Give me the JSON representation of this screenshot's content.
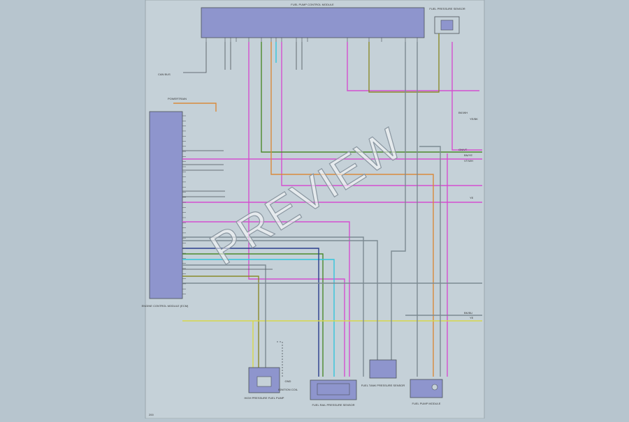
{
  "watermark": "PREVIEW",
  "colors": {
    "background": "#b7c5ce",
    "sheet": "#c5d1d8",
    "module_fill": "#8e95cd",
    "magenta": "#d44fd0",
    "green": "#4c8a2c",
    "olive": "#8a8a2a",
    "orange": "#d98a3c",
    "cyan": "#33c5dc",
    "yellow": "#d8d84a",
    "navy": "#2a3d8c",
    "gray": "#7c8a92",
    "dark": "#4a5058"
  },
  "labels": {
    "top_module": "FUEL PUMP CONTROL MODULE",
    "inertia_switch": "FUEL PRESSURE SENSOR",
    "ecm": "ENGINE CONTROL MODULE (ECM)",
    "ground_note": "GND",
    "wire_right_1": "BK/WH",
    "wire_right_2": "YE/BK",
    "wire_right_3": "GN/VT",
    "wire_right_4": "BN/YE",
    "wire_right_5": "VT/WH",
    "wire_right_6": "YE",
    "wire_right_7": "BK/BU",
    "wire_right_8": "YE",
    "left_ref": "CAN BUS",
    "note_left": "POWERTRAIN",
    "c1": "HIGH PRESSURE FUEL PUMP",
    "c2": "FUEL RAIL PRESSURE SENSOR",
    "c3": "FUEL TANK PRESSURE SENSOR",
    "c4": "FUEL PUMP MODULE",
    "c5": "IGNITION COIL",
    "page_num": "200"
  }
}
